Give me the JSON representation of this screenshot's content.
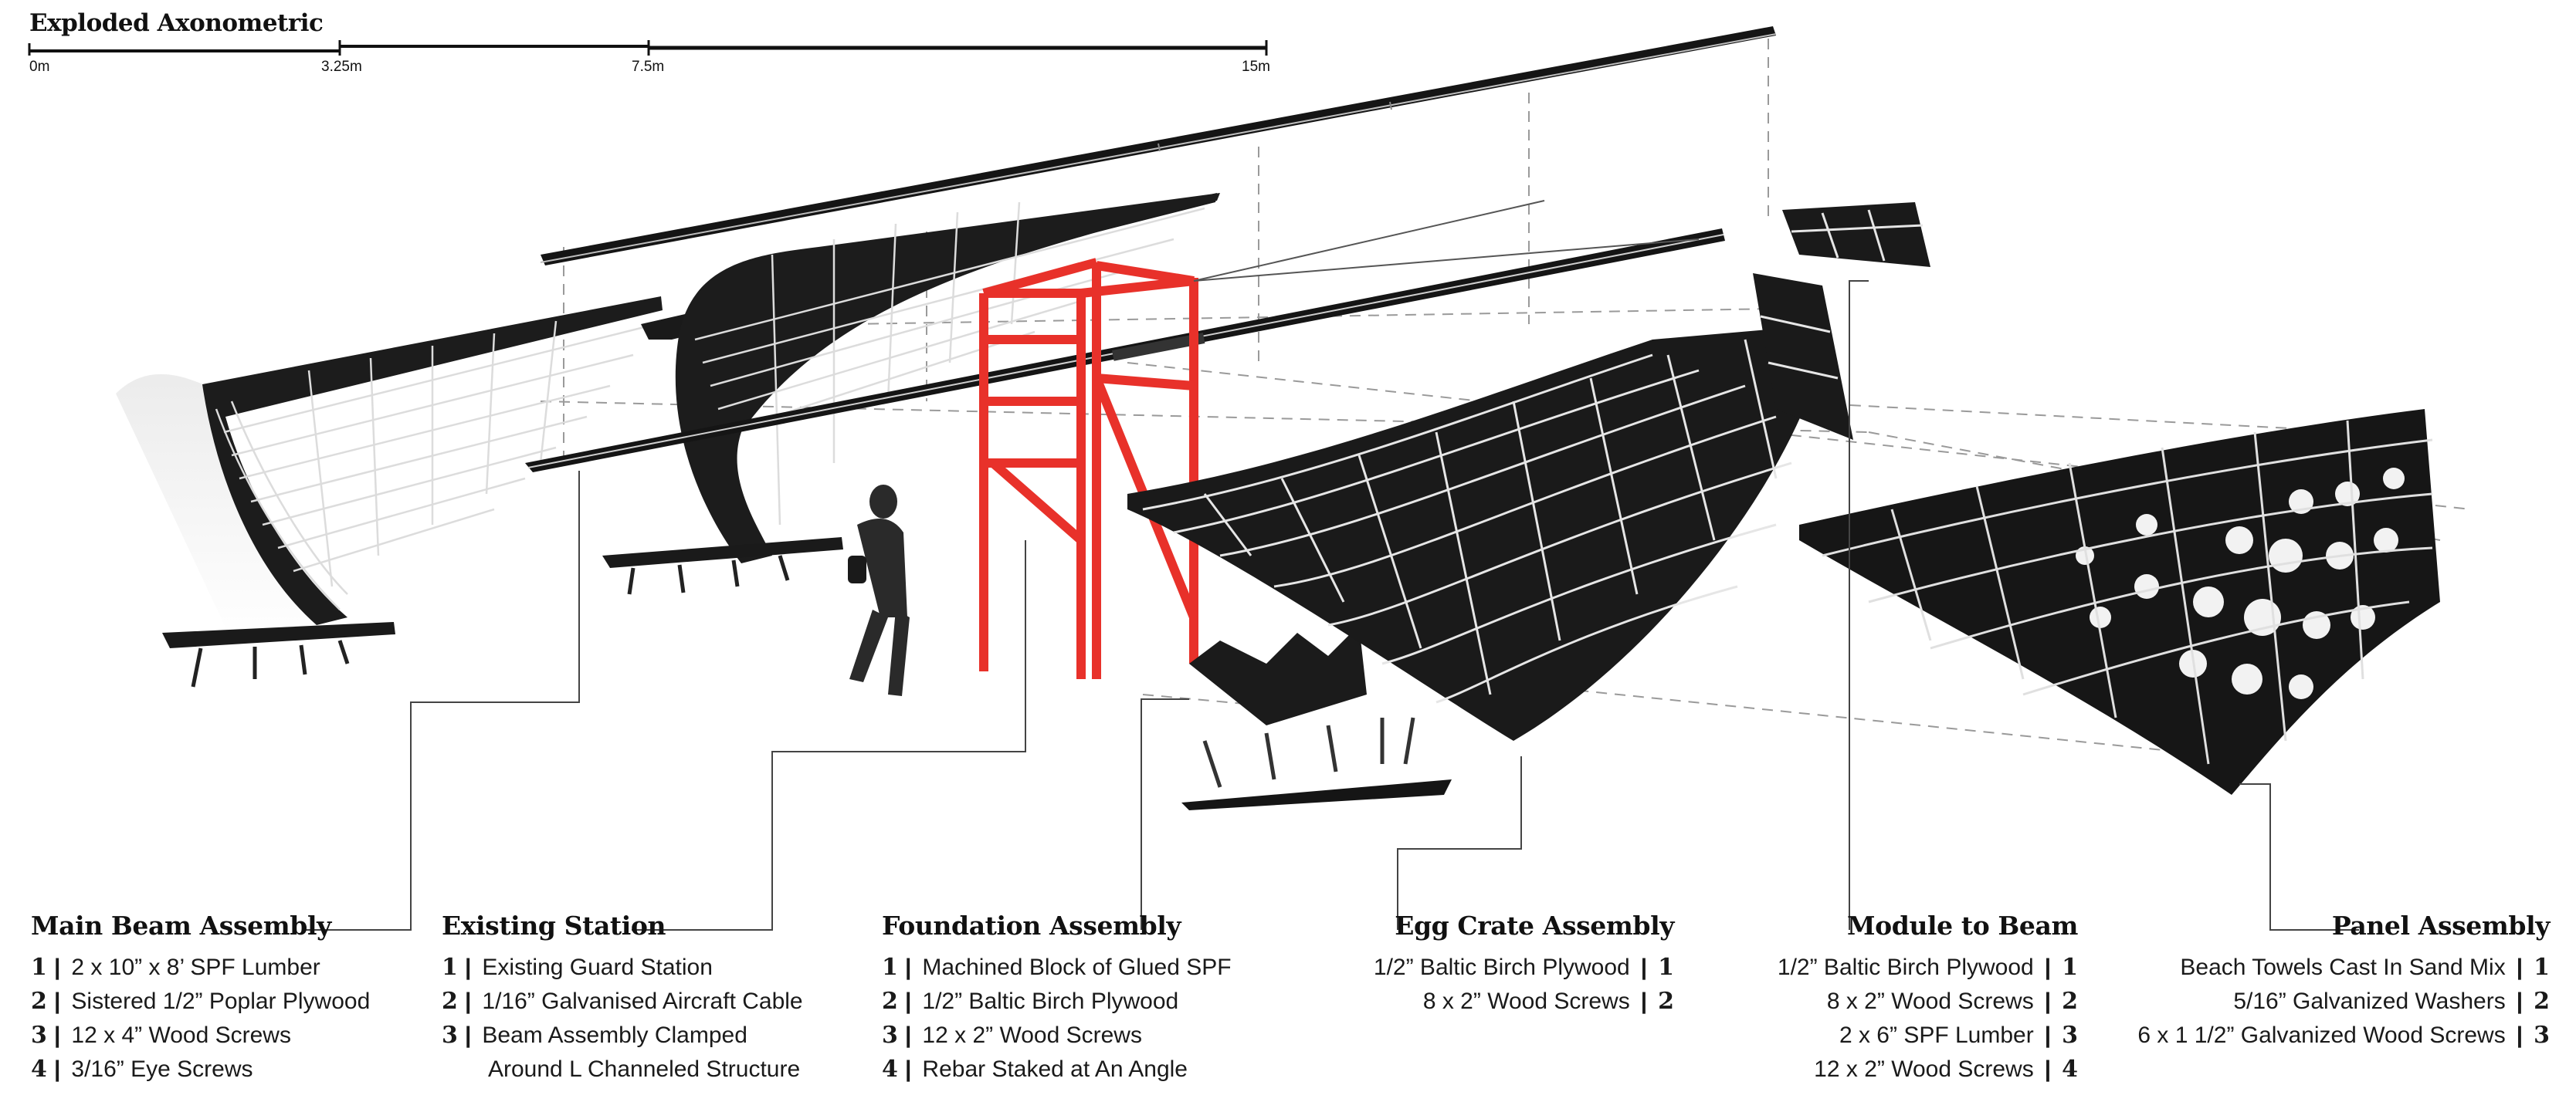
{
  "header": {
    "title": "Exploded Axonometric",
    "scale_ticks": [
      "0m",
      "3.25m",
      "7.5m",
      "15m"
    ]
  },
  "colors": {
    "ink": "#111111",
    "panel": "#1c1c1c",
    "steel_highlight": "#d9d9d9",
    "existing_station": "#e8312a",
    "leader": "#444444"
  },
  "sections": [
    {
      "title": "Main Beam Assembly",
      "items": [
        {
          "num": "1",
          "text": "2 x 10” x 8’ SPF Lumber"
        },
        {
          "num": "2",
          "text": "Sistered 1/2” Poplar Plywood"
        },
        {
          "num": "3",
          "text": "12 x 4” Wood Screws"
        },
        {
          "num": "4",
          "text": "3/16” Eye Screws"
        }
      ]
    },
    {
      "title": "Existing Station",
      "items": [
        {
          "num": "1",
          "text": "Existing Guard Station"
        },
        {
          "num": "2",
          "text": "1/16” Galvanised Aircraft Cable"
        },
        {
          "num": "3",
          "text": "Beam Assembly Clamped"
        }
      ],
      "continuation": "Around L Channeled Structure"
    },
    {
      "title": "Foundation Assembly",
      "items": [
        {
          "num": "1",
          "text": "Machined Block of Glued SPF"
        },
        {
          "num": "2",
          "text": "1/2” Baltic Birch Plywood"
        },
        {
          "num": "3",
          "text": "12 x 2” Wood Screws"
        },
        {
          "num": "4",
          "text": "Rebar Staked at An Angle"
        }
      ]
    },
    {
      "title": "Egg Crate Assembly",
      "items": [
        {
          "num": "1",
          "text": "1/2” Baltic Birch Plywood"
        },
        {
          "num": "2",
          "text": "8 x 2” Wood Screws"
        }
      ]
    },
    {
      "title": "Module to Beam",
      "items": [
        {
          "num": "1",
          "text": "1/2” Baltic Birch Plywood"
        },
        {
          "num": "2",
          "text": "8 x 2” Wood Screws"
        },
        {
          "num": "3",
          "text": "2 x 6” SPF Lumber"
        },
        {
          "num": "4",
          "text": "12 x 2” Wood Screws"
        }
      ]
    },
    {
      "title": "Panel Assembly",
      "items": [
        {
          "num": "1",
          "text": "Beach Towels Cast In Sand Mix"
        },
        {
          "num": "2",
          "text": "5/16” Galvanized Washers"
        },
        {
          "num": "3",
          "text": "6 x 1 1/2” Galvanized Wood Screws"
        }
      ]
    }
  ]
}
